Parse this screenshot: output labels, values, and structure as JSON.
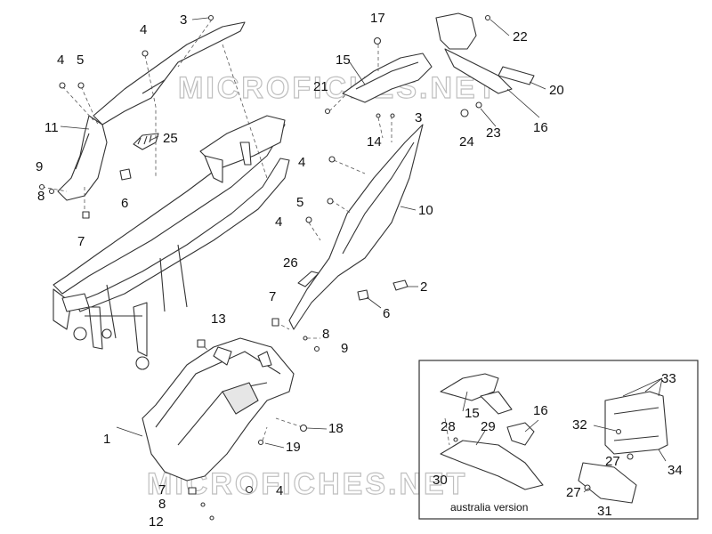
{
  "watermark_text": "MICROFICHES.NET",
  "inset_caption": "australia version",
  "callouts": {
    "c1": "1",
    "c2": "2",
    "c3a": "3",
    "c3b": "3",
    "c4a": "4",
    "c4b": "4",
    "c4c": "4",
    "c4d": "4",
    "c4e": "4",
    "c5a": "5",
    "c5b": "5",
    "c6a": "6",
    "c6b": "6",
    "c7a": "7",
    "c7b": "7",
    "c7c": "7",
    "c8a": "8",
    "c8b": "8",
    "c8c": "8",
    "c9a": "9",
    "c9b": "9",
    "c10": "10",
    "c11": "11",
    "c12": "12",
    "c13": "13",
    "c14": "14",
    "c15a": "15",
    "c15b": "15",
    "c16a": "16",
    "c16b": "16",
    "c17": "17",
    "c18": "18",
    "c19": "19",
    "c20": "20",
    "c21": "21",
    "c22": "22",
    "c23": "23",
    "c24": "24",
    "c25": "25",
    "c26": "26",
    "c27a": "27",
    "c27b": "27",
    "c28": "28",
    "c29": "29",
    "c30": "30",
    "c31": "31",
    "c32": "32",
    "c33": "33",
    "c34": "34"
  }
}
